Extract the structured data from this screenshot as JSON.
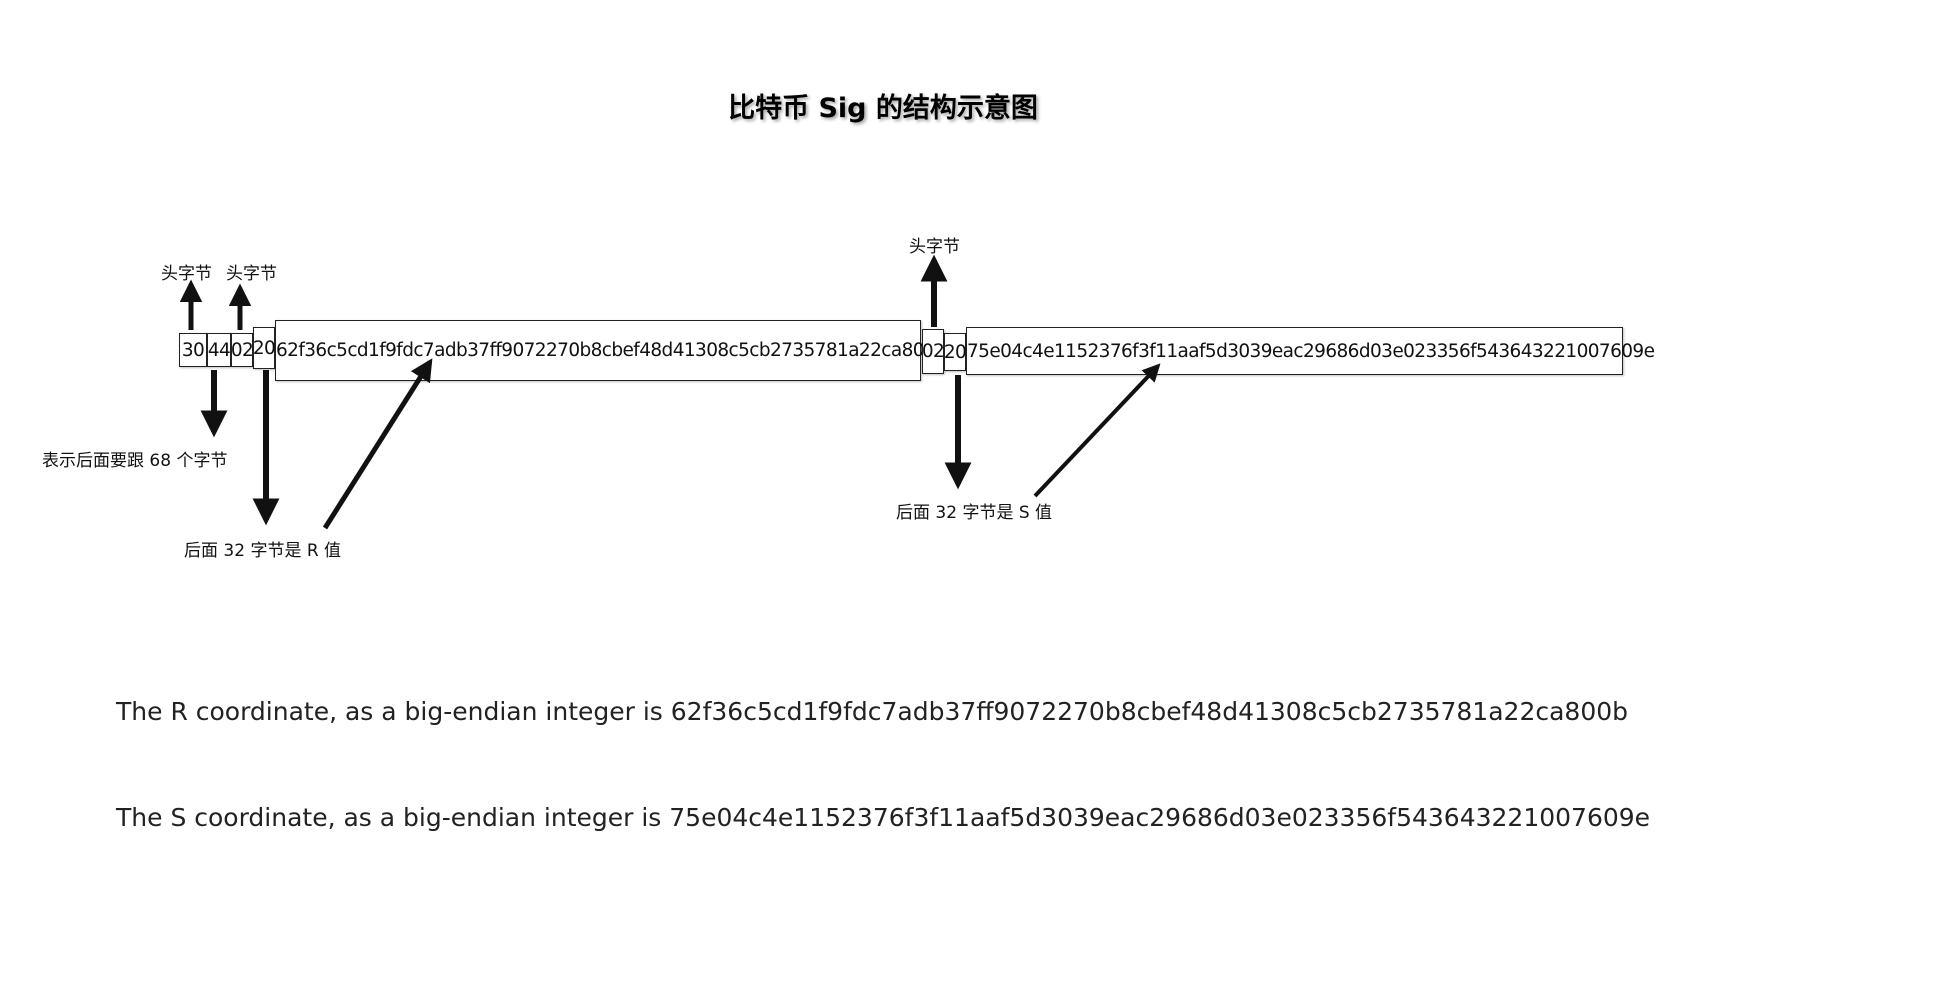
{
  "title": "比特币 Sig 的结构示意图",
  "bytes": {
    "b30": "30",
    "b44": "44",
    "b02a": "02",
    "b20a": "20",
    "r_value": "62f36c5cd1f9fdc7adb37ff9072270b8cbef48d41308c5cb2735781a22ca800b",
    "b02b": "02",
    "b20b": "20",
    "s_value": "75e04c4e1152376f3f11aaf5d3039eac29686d03e023356f543643221007609e"
  },
  "labels": {
    "header_byte_1": "头字节",
    "header_byte_2": "头字节",
    "header_byte_3": "头字节",
    "follow_68": "表示后面要跟 68 个字节",
    "r_desc": "后面 32 字节是 R 值",
    "s_desc": "后面 32 字节是 S 值"
  },
  "coords": {
    "r_line": "The R coordinate, as a big-endian integer is 62f36c5cd1f9fdc7adb37ff9072270b8cbef48d41308c5cb2735781a22ca800b",
    "s_line": "The S coordinate, as a big-endian integer is 75e04c4e1152376f3f11aaf5d3039eac29686d03e023356f543643221007609e"
  },
  "colors": {
    "ink": "#111111",
    "border": "#222222",
    "background": "#ffffff"
  }
}
